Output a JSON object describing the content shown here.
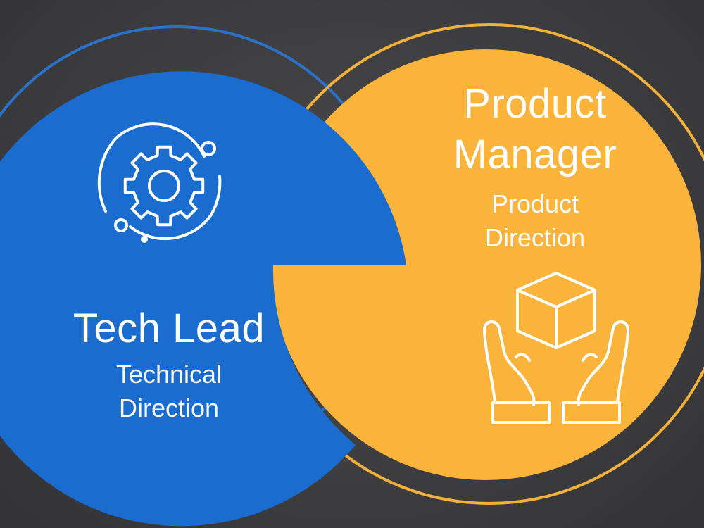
{
  "tech_lead": {
    "title": "Tech Lead",
    "subtitle_line1": "Technical",
    "subtitle_line2": "Direction",
    "icon": "gear-orbit-icon",
    "color": "#1a6ccf",
    "ring_color": "#2a73c8"
  },
  "product_manager": {
    "title_line1": "Product",
    "title_line2": "Manager",
    "subtitle_line1": "Product",
    "subtitle_line2": "Direction",
    "icon": "hands-box-icon",
    "color": "#fab43c",
    "ring_color": "#f2b13b"
  },
  "background_color": "#3e3e40"
}
